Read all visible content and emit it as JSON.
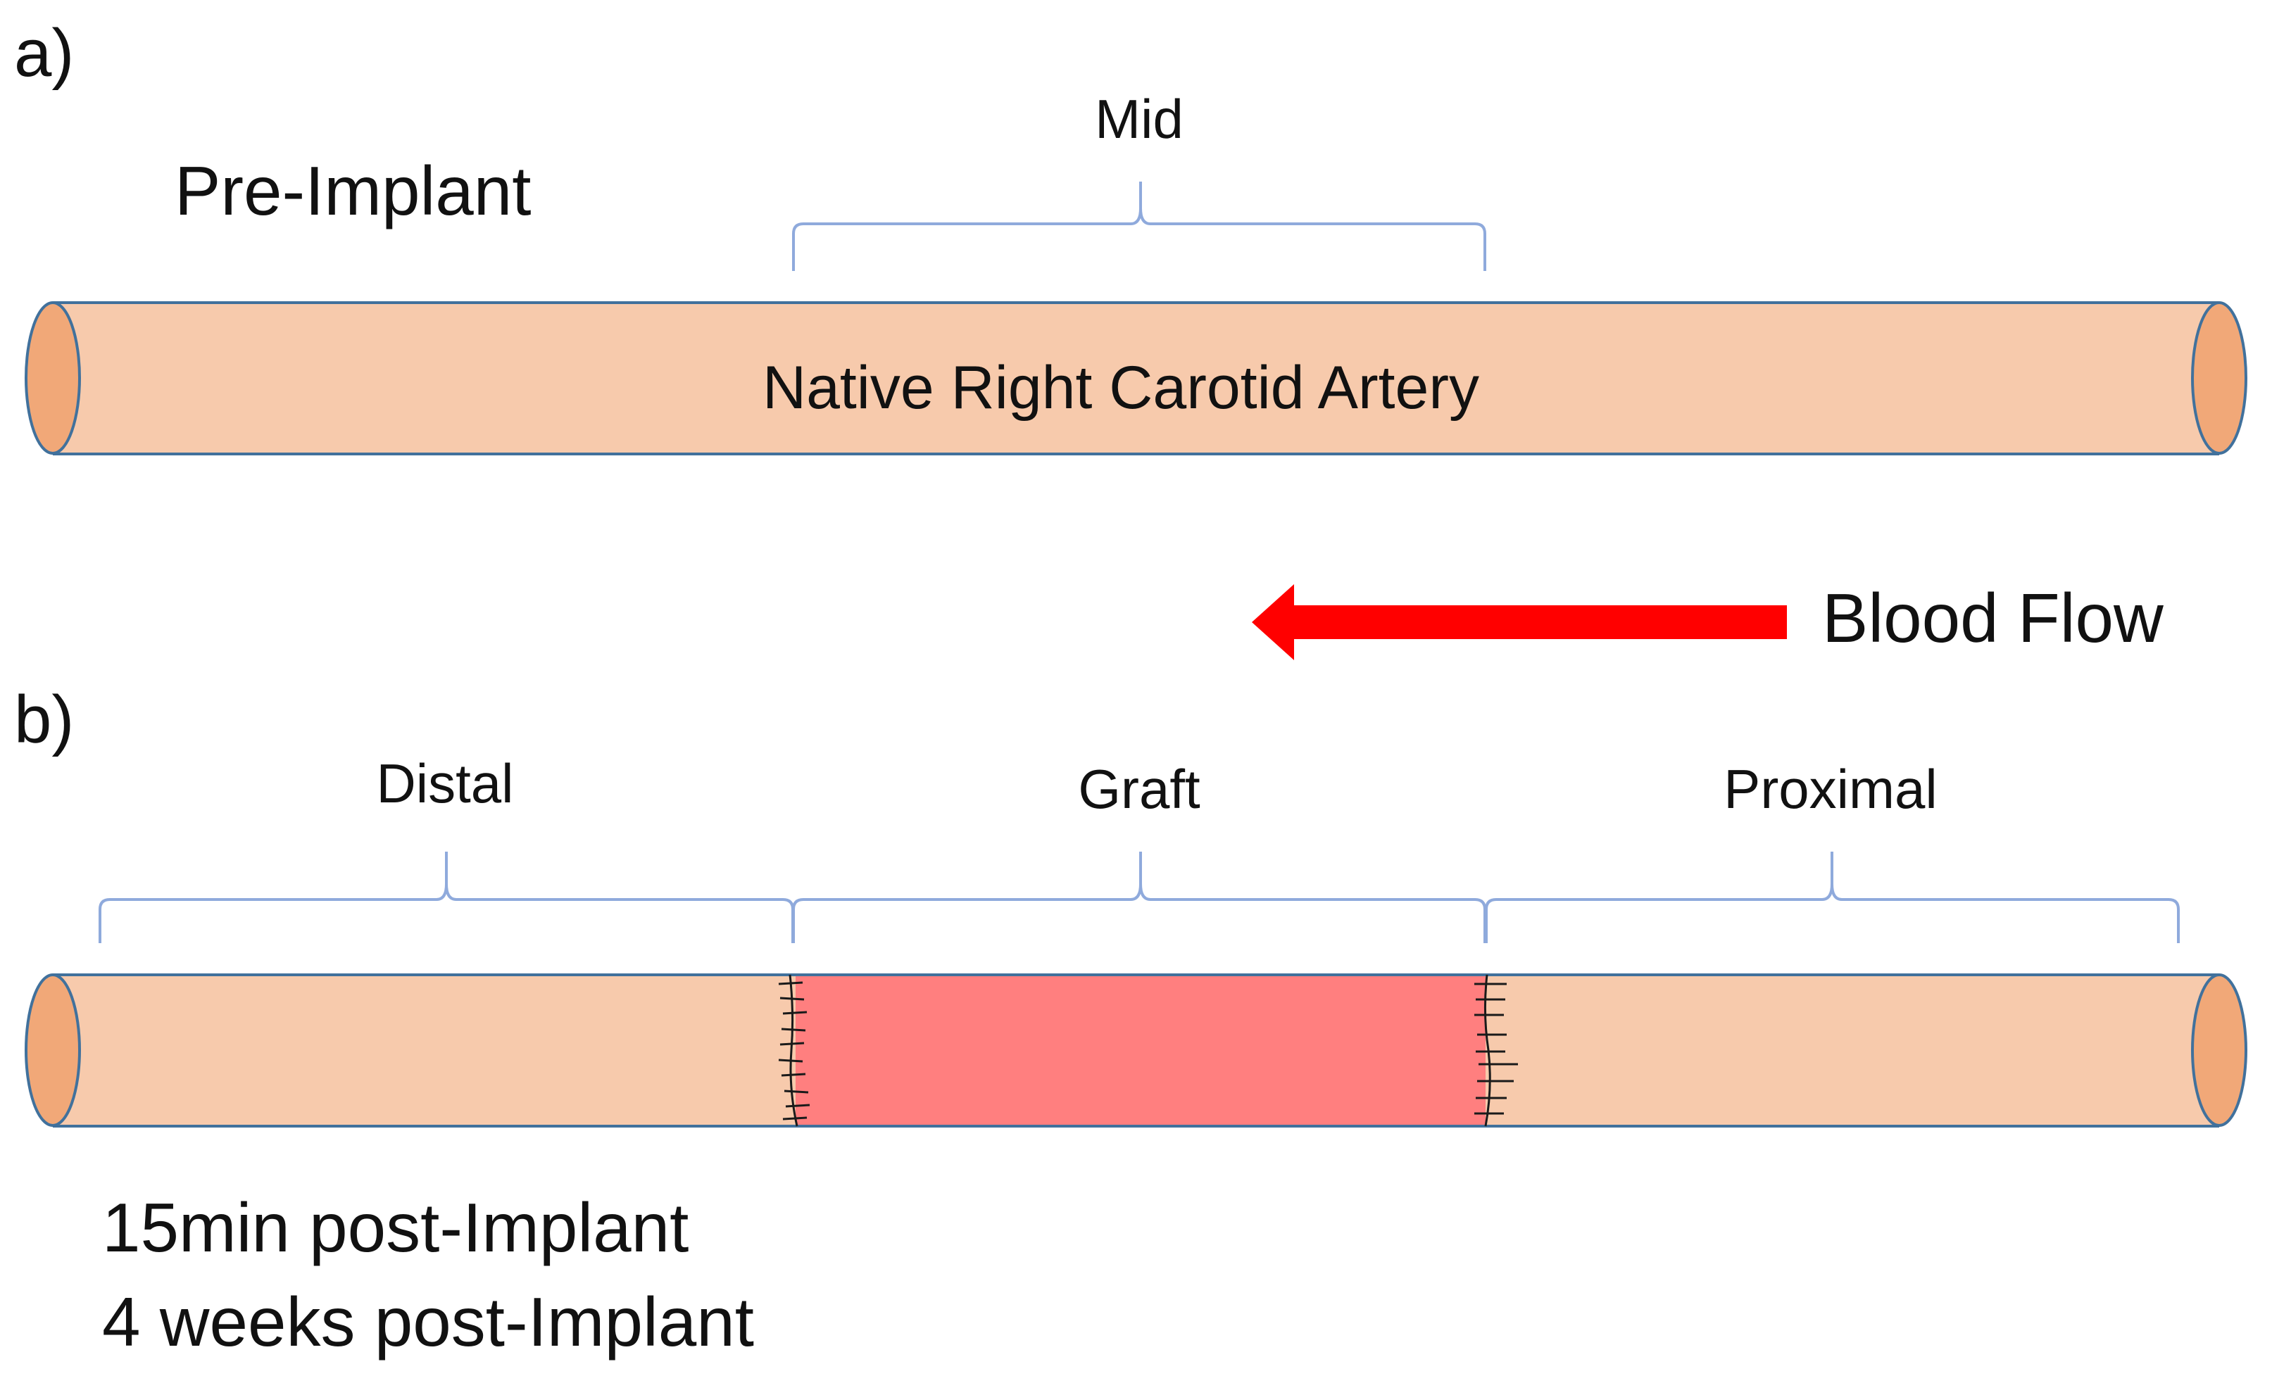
{
  "panels": {
    "a": {
      "label": "a)",
      "state": "Pre-Implant",
      "bracket_label": "Mid",
      "vessel_label": "Native Right Carotid Artery"
    },
    "b": {
      "label": "b)",
      "segments": {
        "distal": "Distal",
        "graft": "Graft",
        "proximal": "Proximal"
      },
      "timepoints": [
        "15min post-Implant",
        "4 weeks post-Implant"
      ]
    }
  },
  "flow": {
    "label": "Blood Flow",
    "direction": "left"
  },
  "colors": {
    "vessel_fill": "#f7caac",
    "vessel_end": "#f1a878",
    "vessel_stroke": "#41719c",
    "graft_fill": "#ff7f7f",
    "bracket": "#8faadc",
    "arrow": "#ff0000",
    "suture": "#1a1a1a"
  }
}
